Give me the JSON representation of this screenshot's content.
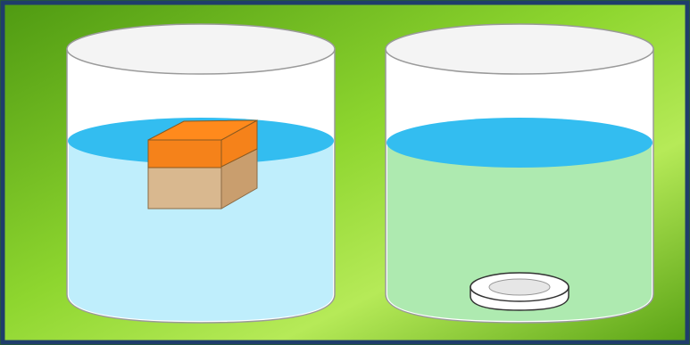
{
  "illustration": {
    "panel": {
      "border_color": "#1f3d6b",
      "gradient": [
        "#4f9a12",
        "#8ed62f",
        "#b6ea58",
        "#5aa315"
      ]
    },
    "beakers": [
      {
        "name": "beaker-left",
        "liquid_color": "#bfeefc",
        "surface_color": "#33bdf0",
        "glass_color": "#ffffff",
        "contents": "floating-cube"
      },
      {
        "name": "beaker-right",
        "liquid_color": "#aeeab0",
        "surface_color": "#33bdf0",
        "glass_color": "#ffffff",
        "contents": "sunken-disc"
      }
    ],
    "cube": {
      "top_color": "#ff8a1c",
      "front_above_color": "#f5821a",
      "front_submerged_color": "#d9b88f",
      "side_above_color": "#f5821a",
      "side_submerged_color": "#c99e6e"
    },
    "disc": {
      "color": "#ffffff",
      "inner_color": "#e6e6e6",
      "outline_color": "#333333"
    }
  }
}
